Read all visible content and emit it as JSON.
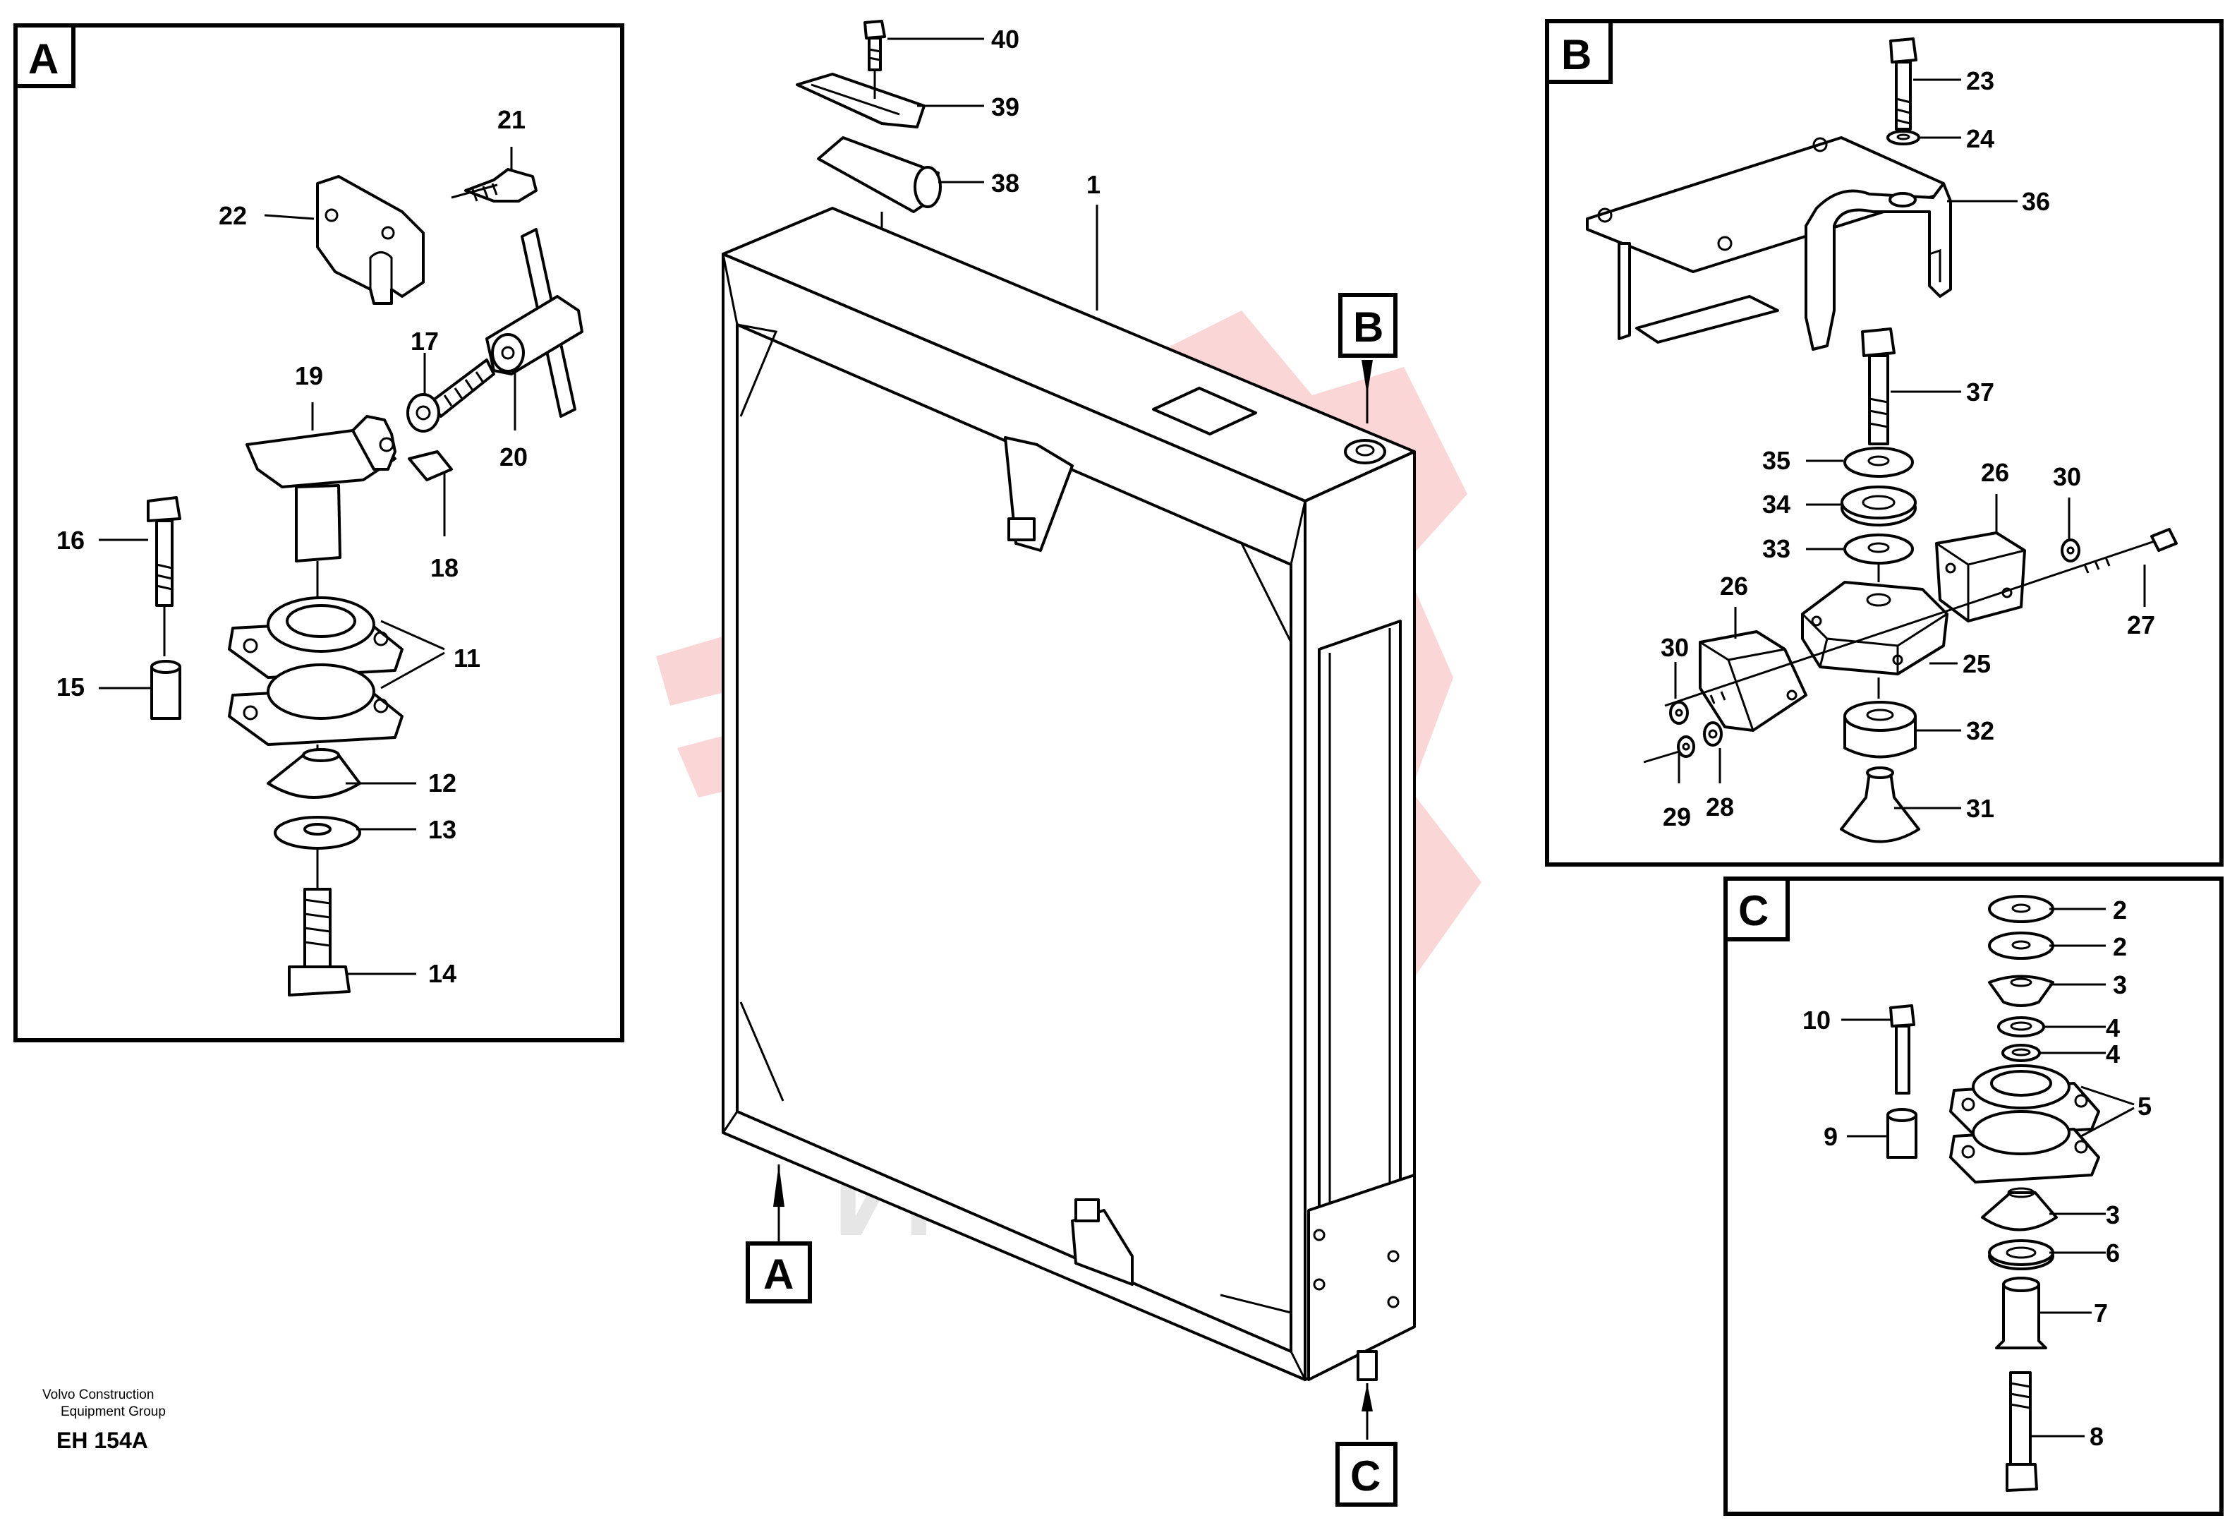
{
  "panels": {
    "A": {
      "tag": "A"
    },
    "B": {
      "tag": "B"
    },
    "C": {
      "tag": "C"
    }
  },
  "callout_tags": {
    "A": "A",
    "B": "B",
    "C": "C"
  },
  "main_labels": [
    "1",
    "38",
    "39",
    "40"
  ],
  "panel_a_labels": [
    "11",
    "12",
    "13",
    "14",
    "15",
    "16",
    "17",
    "18",
    "19",
    "20",
    "21",
    "22"
  ],
  "panel_b_labels": [
    "23",
    "24",
    "25",
    "26",
    "26",
    "27",
    "28",
    "29",
    "30",
    "30",
    "31",
    "32",
    "33",
    "34",
    "35",
    "36",
    "37"
  ],
  "panel_c_labels": [
    "2",
    "2",
    "3",
    "3",
    "4",
    "4",
    "5",
    "6",
    "7",
    "8",
    "9",
    "10"
  ],
  "footer": {
    "company_line1": "Volvo Construction",
    "company_line2": "Equipment Group",
    "code": "EH 154A"
  },
  "watermark": {
    "text": "ИНТЕХ",
    "color": "#f26b6b"
  },
  "colors": {
    "line": "#000000",
    "background": "#ffffff",
    "watermark_red": "#f7c2c2"
  }
}
